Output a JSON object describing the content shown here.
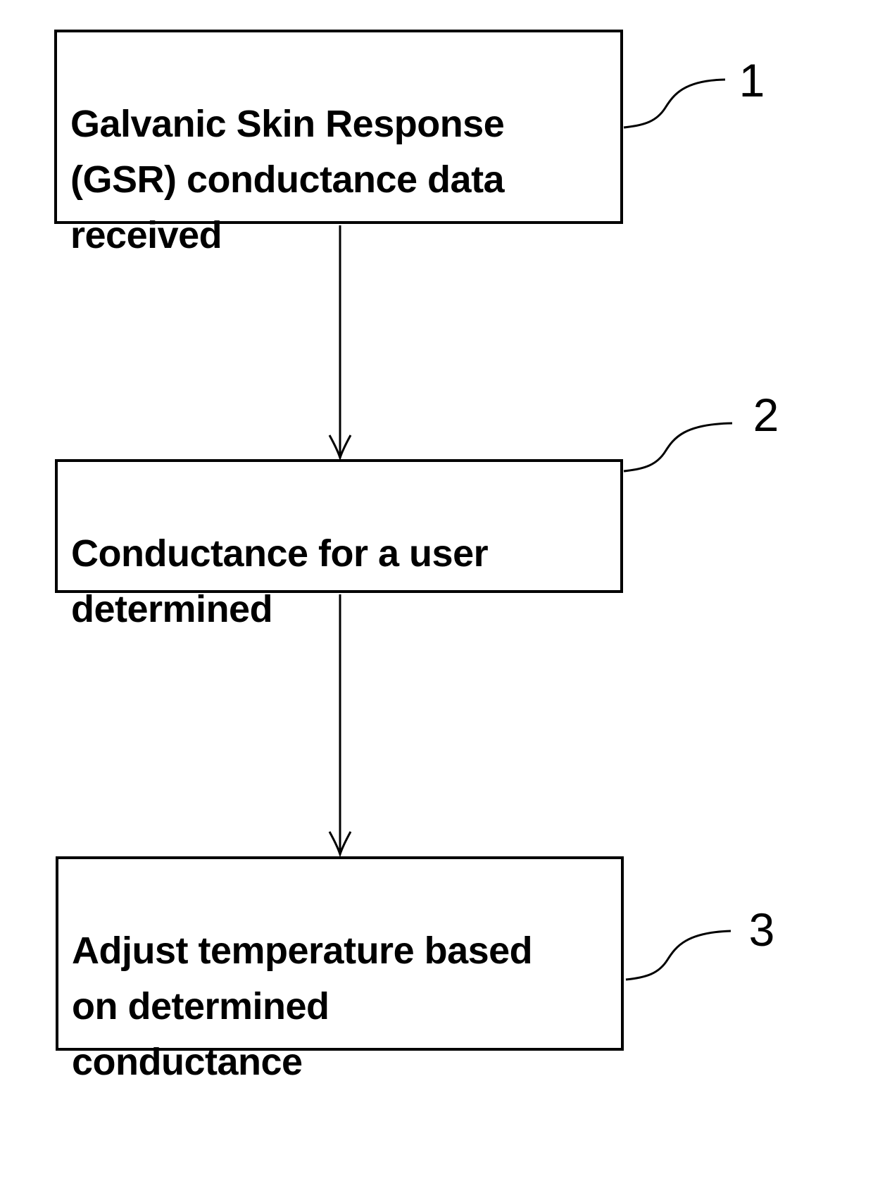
{
  "figure": {
    "type": "flowchart",
    "background_color": "#ffffff",
    "stroke_color": "#000000",
    "boxes": [
      {
        "ref": "1",
        "label": "Galvanic Skin Response\n(GSR) conductance data\nreceived"
      },
      {
        "ref": "2",
        "label": "Conductance for a user\ndetermined"
      },
      {
        "ref": "3",
        "label": "Adjust temperature based\non determined\nconductance"
      }
    ],
    "edges": [
      {
        "from": "1",
        "to": "2"
      },
      {
        "from": "2",
        "to": "3"
      }
    ]
  }
}
